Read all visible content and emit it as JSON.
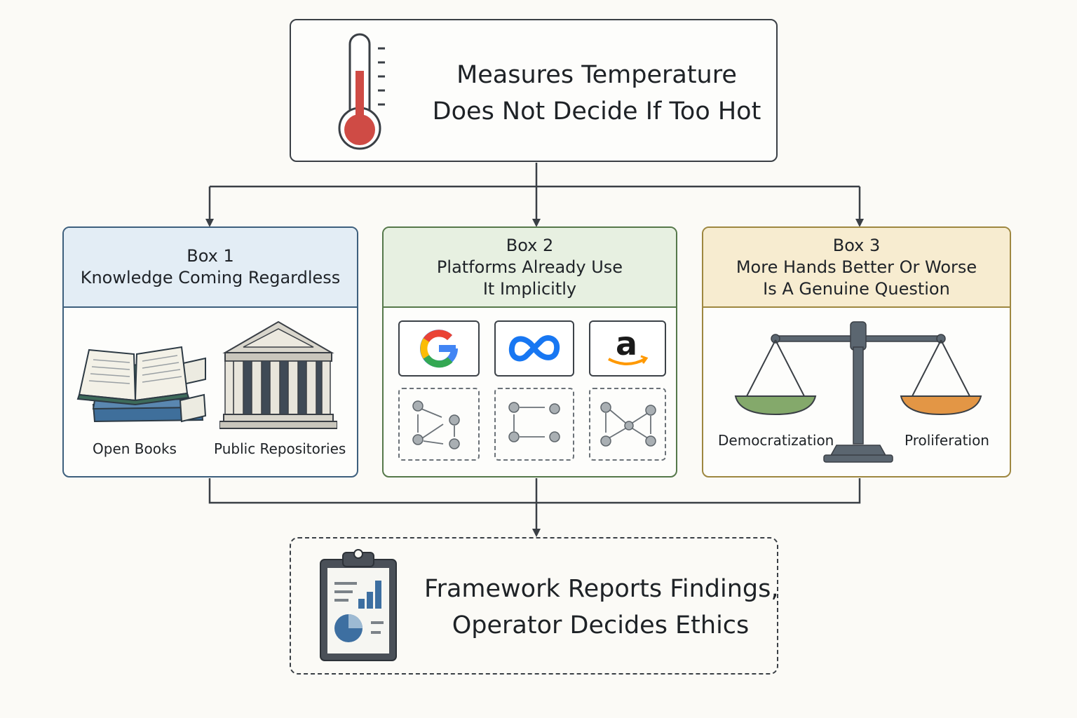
{
  "top": {
    "line1": "Measures Temperature",
    "line2": "Does Not Decide If Too Hot",
    "icon": "thermometer-icon"
  },
  "boxes": [
    {
      "label": "Box 1",
      "title_lines": [
        "Knowledge Coming Regardless"
      ],
      "captions": [
        "Open Books",
        "Public Repositories"
      ],
      "color": "#3d5f7d",
      "header_color": "#e3edf5"
    },
    {
      "label": "Box 2",
      "title_lines": [
        "Platforms Already Use",
        "It Implicitly"
      ],
      "logos": [
        "google-logo",
        "meta-logo",
        "amazon-logo"
      ],
      "color": "#55784a",
      "header_color": "#e7f0e1"
    },
    {
      "label": "Box 3",
      "title_lines": [
        "More Hands Better Or Worse",
        "Is A Genuine Question"
      ],
      "captions": [
        "Democratization",
        "Proliferation"
      ],
      "color": "#9e8740",
      "header_color": "#f7ecd0"
    }
  ],
  "bottom": {
    "line1": "Framework Reports Findings,",
    "line2": "Operator Decides Ethics",
    "icon": "clipboard-report-icon"
  }
}
